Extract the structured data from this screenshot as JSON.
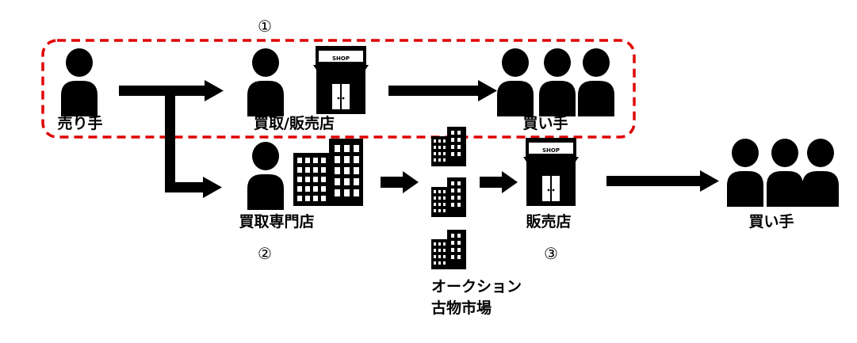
{
  "diagram": {
    "markers": {
      "m1": "①",
      "m2": "②",
      "m3": "③"
    },
    "labels": {
      "seller": "売り手",
      "buy_sell_store": "買取/販売店",
      "buyers_top": "買い手",
      "buyback_specialty": "買取専門店",
      "retail_store": "販売店",
      "buyers_bottom": "買い手",
      "auction_line1": "オークション",
      "auction_line2": "古物市場"
    },
    "shop_sign": "SHOP",
    "colors": {
      "highlight": "#e00000",
      "ink": "#000000"
    }
  }
}
